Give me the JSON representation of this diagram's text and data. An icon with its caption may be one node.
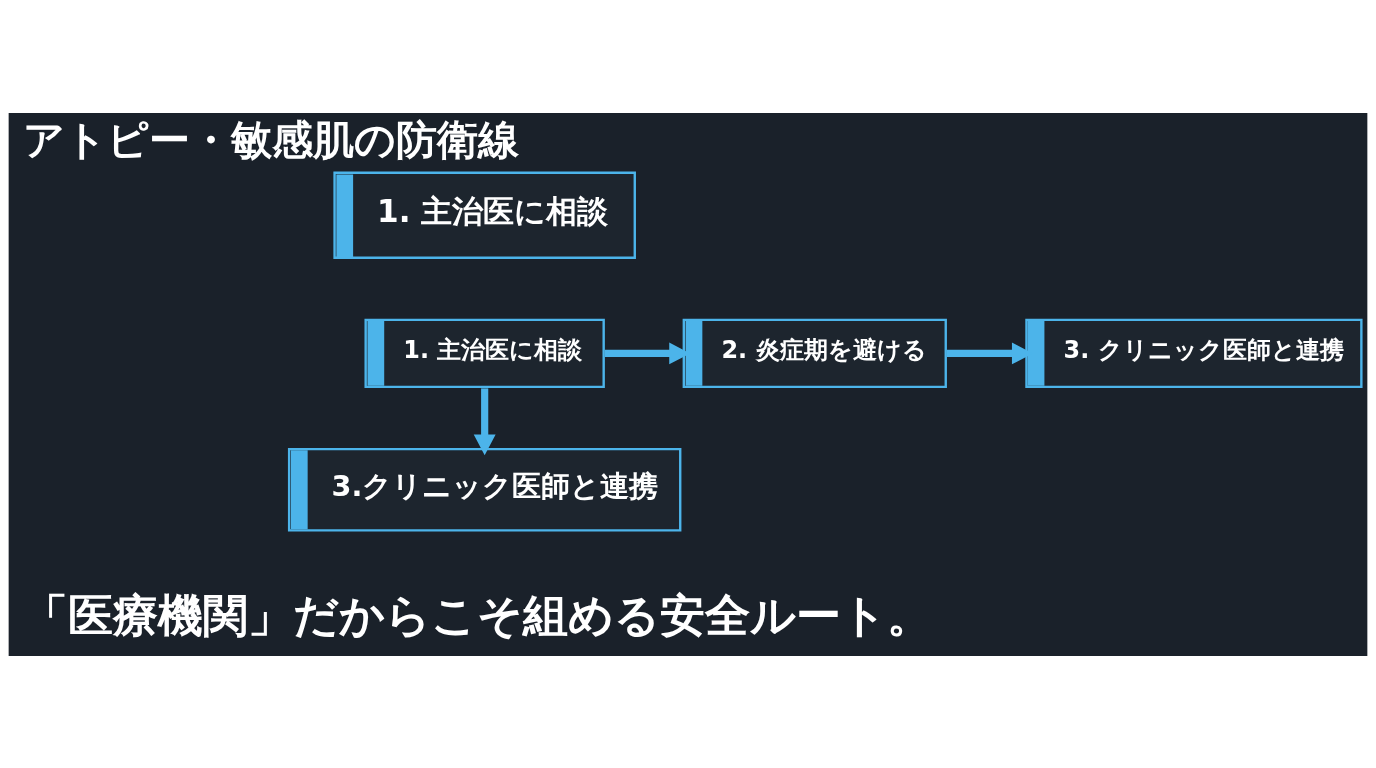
{
  "diagram": {
    "title": "アトピー・敏感肌の防衛線",
    "caption": "「医療機関」だからこそ組める安全ルート。",
    "nodes": [
      {
        "text": [
          "1. 主治医に相談"
        ]
      },
      {
        "text": [
          "1. 主治医に相談"
        ]
      },
      {
        "text": [
          "2. 炎症期を避ける"
        ]
      },
      {
        "text": [
          "3. クリニック医師と連携"
        ]
      },
      {
        "text": [
          "3.クリニック医師と連携"
        ]
      }
    ],
    "edges": [
      {
        "from": 1,
        "to": 2,
        "arrow": "to"
      },
      {
        "from": 2,
        "to": 3,
        "arrow": "to"
      },
      {
        "from": 1,
        "to": 4,
        "arrow": "to"
      }
    ]
  }
}
